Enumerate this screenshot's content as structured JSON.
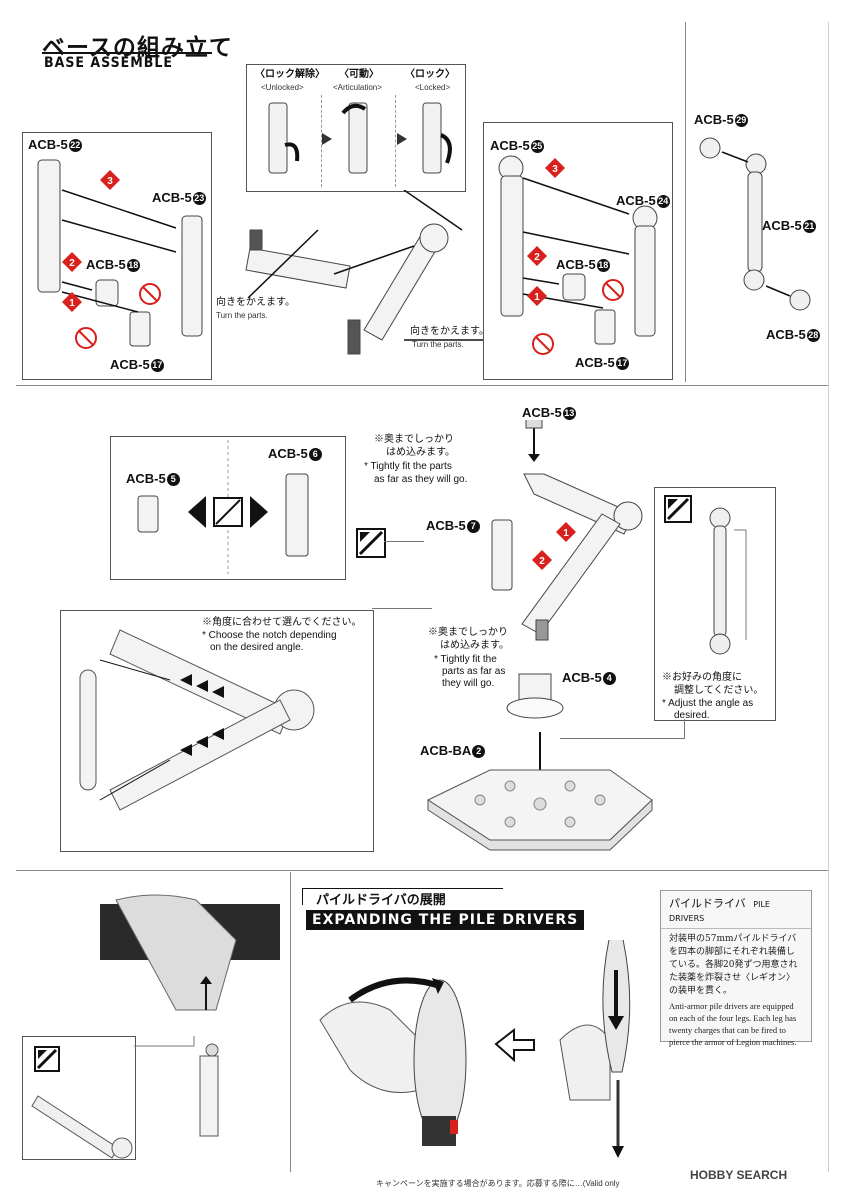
{
  "header": {
    "title_jp": "ベースの組み立て",
    "title_en": "BASE ASSEMBLE"
  },
  "legend": {
    "unlocked_jp": "〈ロック解除〉",
    "unlocked_en": "<Unlocked>",
    "articulation_jp": "〈可動〉",
    "articulation_en": "<Articulation>",
    "locked_jp": "〈ロック〉",
    "locked_en": "<Locked>"
  },
  "parts": {
    "acb5_22": "ACB-5",
    "acb5_22_n": "22",
    "acb5_23": "ACB-5",
    "acb5_23_n": "23",
    "acb5_18a": "ACB-5",
    "acb5_18a_n": "18",
    "acb5_17a": "ACB-5",
    "acb5_17a_n": "17",
    "acb5_25": "ACB-5",
    "acb5_25_n": "25",
    "acb5_24": "ACB-5",
    "acb5_24_n": "24",
    "acb5_18b": "ACB-5",
    "acb5_18b_n": "18",
    "acb5_17b": "ACB-5",
    "acb5_17b_n": "17",
    "acb5_29": "ACB-5",
    "acb5_29_n": "29",
    "acb5_21": "ACB-5",
    "acb5_21_n": "21",
    "acb5_28": "ACB-5",
    "acb5_28_n": "28",
    "acb5_13": "ACB-5",
    "acb5_13_n": "13",
    "acb5_6": "ACB-5",
    "acb5_6_n": "6",
    "acb5_5": "ACB-5",
    "acb5_5_n": "5",
    "acb5_7": "ACB-5",
    "acb5_7_n": "7",
    "acb5_4": "ACB-5",
    "acb5_4_n": "4",
    "acbba_2": "ACB-BA",
    "acbba_2_n": "2"
  },
  "notes": {
    "turn_parts_jp_1": "向きをかえます。",
    "turn_parts_en_1": "Turn the parts.",
    "turn_parts_jp_2": "向きをかえます。",
    "turn_parts_en_2": "Turn the parts.",
    "tight_fit_1_jp1": "※奥までしっかり",
    "tight_fit_1_jp2": "はめ込みます。",
    "tight_fit_1_en1": "* Tightly fit the parts",
    "tight_fit_1_en2": "as far as they will go.",
    "notch_jp": "※角度に合わせて選んでください。",
    "notch_en1": "* Choose the notch depending",
    "notch_en2": "on the desired angle.",
    "tight_fit_2_jp1": "※奥までしっかり",
    "tight_fit_2_jp2": "はめ込みます。",
    "tight_fit_2_en1": "* Tightly fit the",
    "tight_fit_2_en2": "parts as far as",
    "tight_fit_2_en3": "they will go.",
    "angle_jp1": "※お好みの角度に",
    "angle_jp2": "調整してください。",
    "angle_en1": "* Adjust the angle as",
    "angle_en2": "desired."
  },
  "pile": {
    "title_jp": "パイルドライバの展開",
    "title_en": "EXPANDING THE PILE DRIVERS",
    "side_jp": "パイルドライバ",
    "side_en": "PILE DRIVERS",
    "desc_jp": "対装甲の57mmパイルドライバを四本の脚部にそれぞれ装備している。各脚20発ずつ用意された装薬を炸裂させ〈レギオン〉の装甲を貫く。",
    "desc_en": "Anti-armor pile drivers are equipped on each of the four legs. Each leg has twenty charges that can be fired to pierce the armor of Legion machines."
  },
  "footer": {
    "campaign": "キャンペーンを実施する場合があります。応募する際に…(Valid only",
    "watermark": "HOBBY SEARCH"
  },
  "step_marks": [
    "1",
    "2",
    "3"
  ],
  "colors": {
    "accent_red": "#d8201c",
    "line": "#555555"
  }
}
